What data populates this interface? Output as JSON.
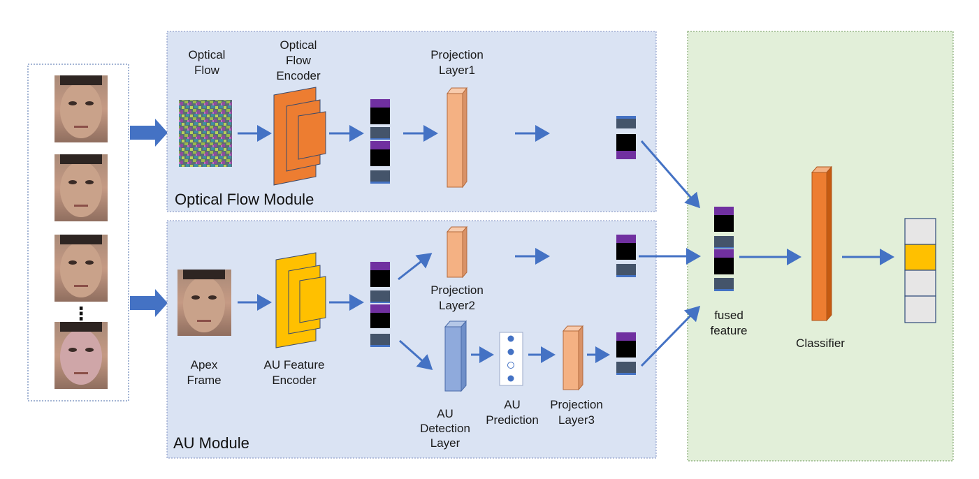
{
  "colors": {
    "module_fill": "#dae3f3",
    "module_border": "#7f8fc0",
    "classifier_panel_fill": "#e2efd9",
    "classifier_panel_border": "#6f9a5a",
    "arrow": "#4472c4",
    "orange": "#ed7d31",
    "gold": "#ffc000",
    "salmon": "#f4b183",
    "au_blue": "#8faadc",
    "purple": "#7030a0",
    "slate": "#44546a"
  },
  "icons": {
    "face": "face-photo",
    "flow": "optical-flow-image"
  },
  "inputs": {
    "ellipsis": "⋮"
  },
  "optical_flow_module": {
    "title": "Optical Flow Module",
    "image_label": [
      "Optical",
      "Flow"
    ],
    "encoder_label": [
      "Optical",
      "Flow",
      "Encoder"
    ],
    "projection_label": [
      "Projection",
      "Layer1"
    ]
  },
  "au_module": {
    "title": "AU Module",
    "image_label": [
      "Apex",
      "Frame"
    ],
    "encoder_label": [
      "AU Feature",
      "Encoder"
    ],
    "projection2_label": [
      "Projection",
      "Layer2"
    ],
    "detection_label": [
      "AU",
      "Detection",
      "Layer"
    ],
    "prediction_label": [
      "AU",
      "Prediction"
    ],
    "projection3_label": [
      "Projection",
      "Layer3"
    ]
  },
  "fusion": {
    "fused_label": [
      "fused",
      "feature"
    ],
    "classifier_label": "Classifier"
  }
}
